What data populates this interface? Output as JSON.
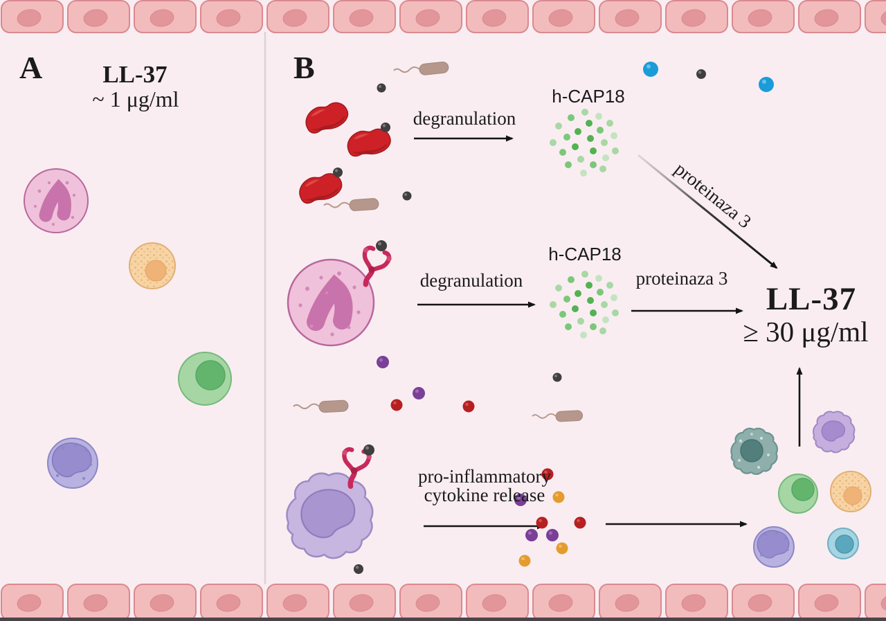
{
  "figure": {
    "description": "LL-37 antimicrobial peptide concentration in homeostasis (A) versus inflammation (B)"
  },
  "panel_a": {
    "label": "A",
    "title": "LL-37",
    "concentration": "~ 1 μg/ml"
  },
  "panel_b": {
    "label": "B",
    "row1": {
      "arrow_label": "degranulation",
      "product_label": "h-CAP18",
      "enzyme_label": "proteinaza 3"
    },
    "row2": {
      "arrow_label": "degranulation",
      "product_label": "h-CAP18",
      "enzyme_label": "proteinaza 3"
    },
    "row3": {
      "line1": "pro-inflammatory",
      "line2": "cytokine release"
    },
    "result": {
      "title": "LL-37",
      "concentration": "≥ 30 μg/ml"
    }
  },
  "icons": {
    "epithelial-cell": "pink rounded rectangle with oval nucleus",
    "platelet": "red activated platelet blob",
    "bacterium": "brown rod with flagellum",
    "neutrophil": "pink circle with lobed nucleus and receptor",
    "monocyte": "purple irregular blob with bean nucleus and receptor",
    "granule-cluster": "cloud of small green dots (h-CAP18)",
    "macrophage": "teal irregular speckled cell",
    "lymphocyte": "purple round cell with bean nucleus",
    "molecule-dot": "small colored sphere"
  },
  "colors": {
    "background": "#f9edf2",
    "epithelium_fill": "#f3bcbc",
    "epithelium_stroke": "#d9898f",
    "epithelium_nucleus": "#e2969a",
    "platelet": "#ce2127",
    "bacterium": "#b5978b",
    "granule_green": "#7cc779",
    "arrow": "#141414",
    "receptor": "#c7295b",
    "molecule_black": "#3f3f3f",
    "molecule_blue": "#1b9cd8",
    "molecule_purple": "#7a3f97",
    "molecule_red": "#b62021",
    "molecule_orange": "#e39c2d"
  }
}
